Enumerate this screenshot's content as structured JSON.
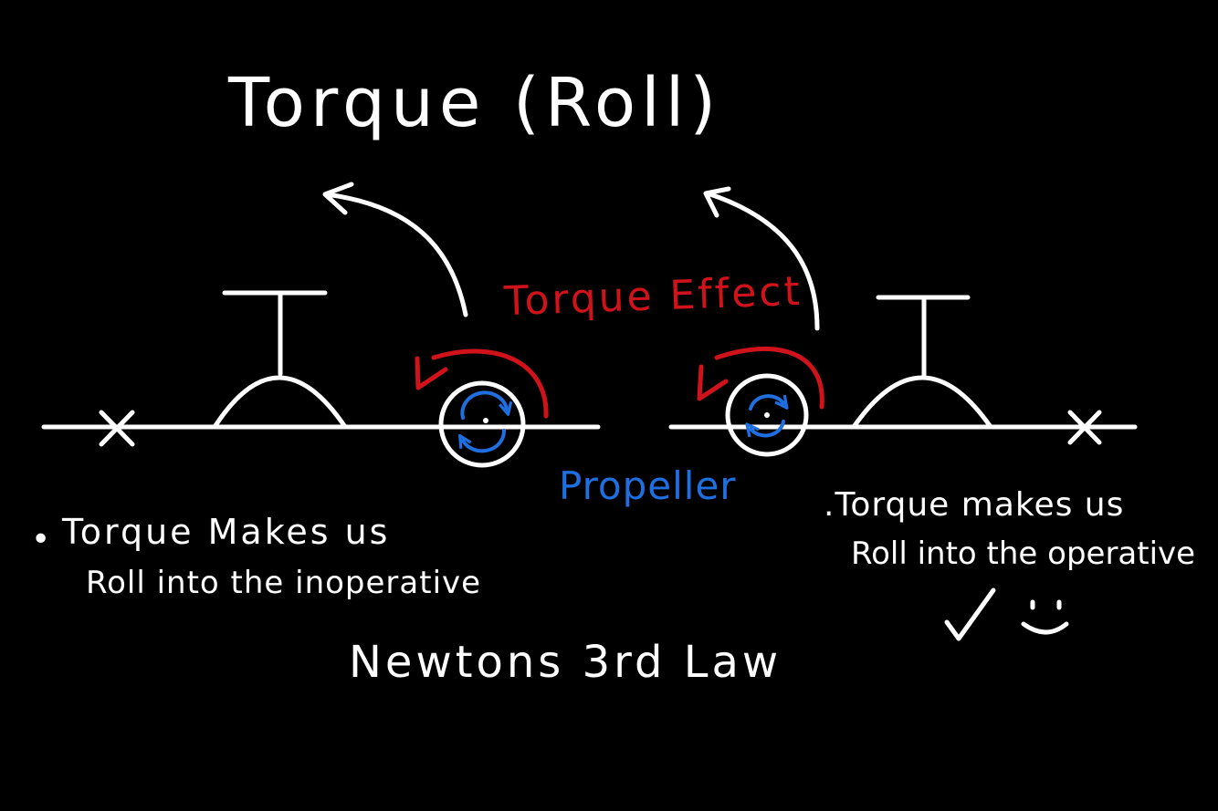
{
  "title": "Torque (Roll)",
  "torque_label": "Torque Effect",
  "propeller_label": "Propeller",
  "left_note": {
    "bullet": "•",
    "line1": "Torque Makes us",
    "line2": "Roll into the inoperative"
  },
  "right_note": {
    "line1": ".Torque makes us",
    "line2": "Roll into the operative"
  },
  "footer": "Newtons 3rd Law",
  "symbols": {
    "check": "check-mark-icon",
    "smiley": "smiley-face-icon",
    "failed_engine": "x-mark-icon",
    "rotation": "rotation-arrows-icon"
  },
  "colors": {
    "background": "#000000",
    "ink": "#ffffff",
    "torque": "#d0121b",
    "propeller": "#1f6fe0"
  }
}
